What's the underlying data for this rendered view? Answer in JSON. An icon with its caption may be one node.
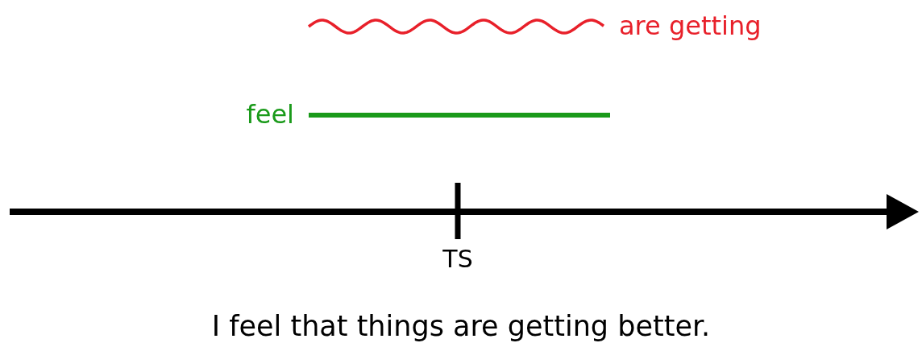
{
  "diagram": {
    "caption": "I feel that things are getting better.",
    "labels": [
      "are getting",
      "feel",
      "TS"
    ]
  }
}
